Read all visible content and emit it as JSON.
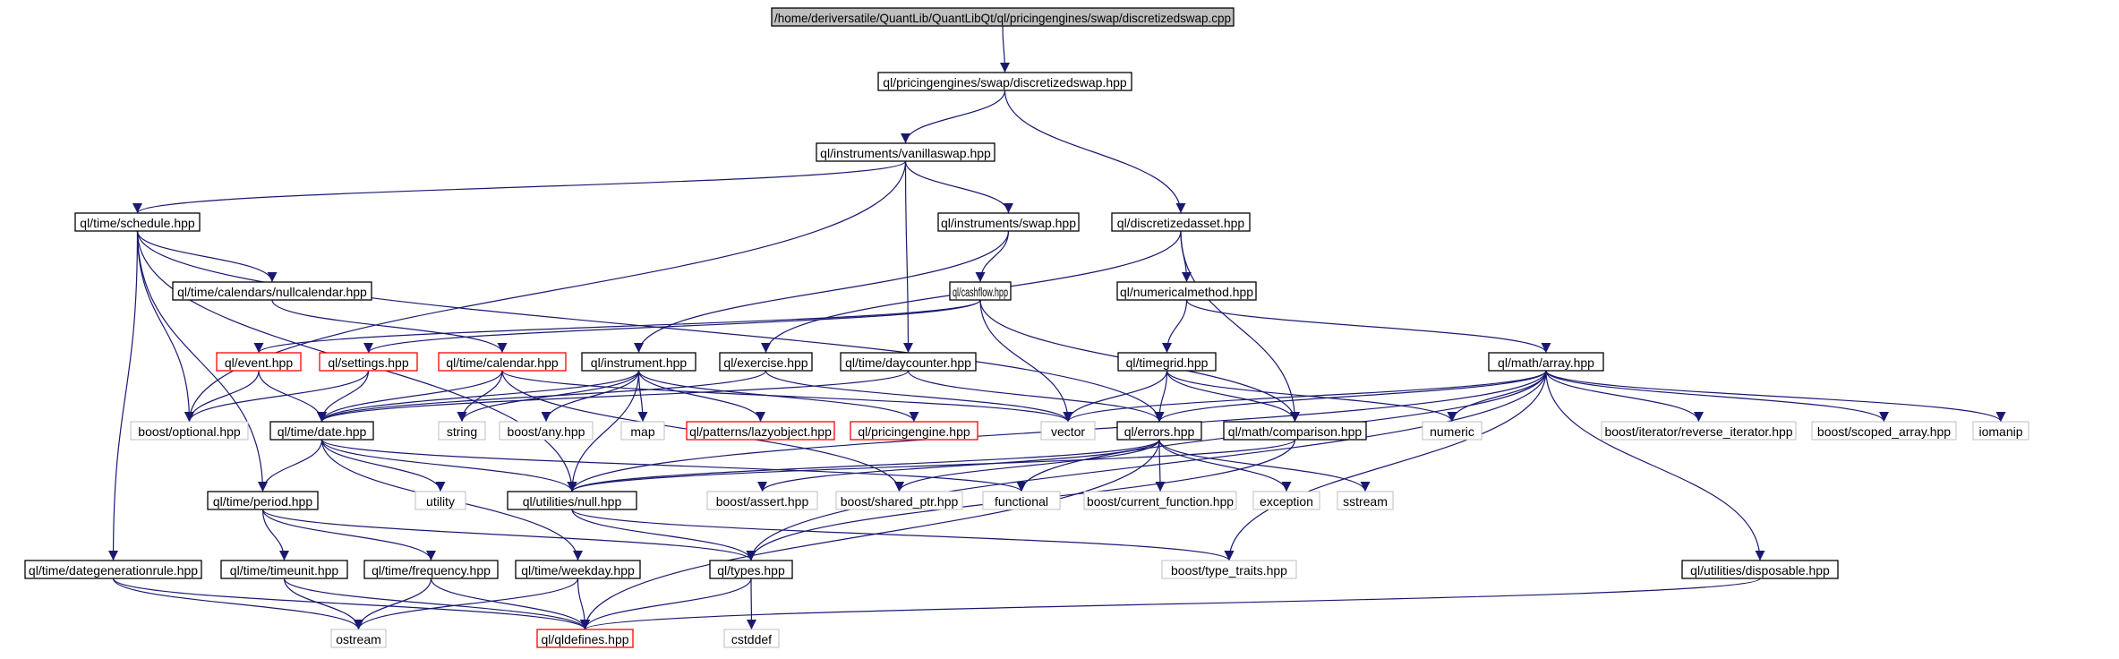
{
  "diagram": {
    "colors": {
      "edge": "#191970",
      "root_fill": "#bfbfbf",
      "node_border": "#000000",
      "truncated_border": "#ff0000",
      "external_border": "#bfbfbf",
      "text": "#000000"
    },
    "nodes": [
      {
        "id": "root",
        "label": "/home/deriversatile/QuantLib/QuantLibQt/ql/pricingengines/swap/discretizedswap.cpp",
        "style": "root"
      },
      {
        "id": "discretizedswap",
        "label": "ql/pricingengines/swap/discretizedswap.hpp",
        "style": "normal"
      },
      {
        "id": "vanillaswap",
        "label": "ql/instruments/vanillaswap.hpp",
        "style": "normal"
      },
      {
        "id": "discretizedasset",
        "label": "ql/discretizedasset.hpp",
        "style": "normal"
      },
      {
        "id": "schedule",
        "label": "ql/time/schedule.hpp",
        "style": "normal"
      },
      {
        "id": "swap",
        "label": "ql/instruments/swap.hpp",
        "style": "normal"
      },
      {
        "id": "nullcalendar",
        "label": "ql/time/calendars/nullcalendar.hpp",
        "style": "normal"
      },
      {
        "id": "cashflow",
        "label": "ql/cashflow.hpp",
        "style": "normal"
      },
      {
        "id": "numericalmethod",
        "label": "ql/numericalmethod.hpp",
        "style": "normal"
      },
      {
        "id": "event",
        "label": "ql/event.hpp",
        "style": "truncated"
      },
      {
        "id": "settings",
        "label": "ql/settings.hpp",
        "style": "truncated"
      },
      {
        "id": "calendar",
        "label": "ql/time/calendar.hpp",
        "style": "truncated"
      },
      {
        "id": "instrument",
        "label": "ql/instrument.hpp",
        "style": "normal"
      },
      {
        "id": "exercise",
        "label": "ql/exercise.hpp",
        "style": "normal"
      },
      {
        "id": "daycounter",
        "label": "ql/time/daycounter.hpp",
        "style": "normal"
      },
      {
        "id": "timegrid",
        "label": "ql/timegrid.hpp",
        "style": "normal"
      },
      {
        "id": "array",
        "label": "ql/math/array.hpp",
        "style": "normal"
      },
      {
        "id": "optional",
        "label": "boost/optional.hpp",
        "style": "external"
      },
      {
        "id": "date",
        "label": "ql/time/date.hpp",
        "style": "normal"
      },
      {
        "id": "string",
        "label": "string",
        "style": "external"
      },
      {
        "id": "any",
        "label": "boost/any.hpp",
        "style": "external"
      },
      {
        "id": "map",
        "label": "map",
        "style": "external"
      },
      {
        "id": "lazyobject",
        "label": "ql/patterns/lazyobject.hpp",
        "style": "truncated"
      },
      {
        "id": "pricingengine",
        "label": "ql/pricingengine.hpp",
        "style": "truncated"
      },
      {
        "id": "vector",
        "label": "vector",
        "style": "external"
      },
      {
        "id": "errors",
        "label": "ql/errors.hpp",
        "style": "normal"
      },
      {
        "id": "comparison",
        "label": "ql/math/comparison.hpp",
        "style": "normal"
      },
      {
        "id": "numeric",
        "label": "numeric",
        "style": "external"
      },
      {
        "id": "reverse_iterator",
        "label": "boost/iterator/reverse_iterator.hpp",
        "style": "external"
      },
      {
        "id": "scoped_array",
        "label": "boost/scoped_array.hpp",
        "style": "external"
      },
      {
        "id": "iomanip",
        "label": "iomanip",
        "style": "external"
      },
      {
        "id": "period",
        "label": "ql/time/period.hpp",
        "style": "normal"
      },
      {
        "id": "utility",
        "label": "utility",
        "style": "external"
      },
      {
        "id": "null",
        "label": "ql/utilities/null.hpp",
        "style": "normal"
      },
      {
        "id": "assert",
        "label": "boost/assert.hpp",
        "style": "external"
      },
      {
        "id": "shared_ptr",
        "label": "boost/shared_ptr.hpp",
        "style": "external"
      },
      {
        "id": "functional",
        "label": "functional",
        "style": "external"
      },
      {
        "id": "current_function",
        "label": "boost/current_function.hpp",
        "style": "external"
      },
      {
        "id": "exception",
        "label": "exception",
        "style": "external"
      },
      {
        "id": "sstream",
        "label": "sstream",
        "style": "external"
      },
      {
        "id": "dategenerationrule",
        "label": "ql/time/dategenerationrule.hpp",
        "style": "normal"
      },
      {
        "id": "timeunit",
        "label": "ql/time/timeunit.hpp",
        "style": "normal"
      },
      {
        "id": "frequency",
        "label": "ql/time/frequency.hpp",
        "style": "normal"
      },
      {
        "id": "weekday",
        "label": "ql/time/weekday.hpp",
        "style": "normal"
      },
      {
        "id": "types",
        "label": "ql/types.hpp",
        "style": "normal"
      },
      {
        "id": "type_traits",
        "label": "boost/type_traits.hpp",
        "style": "external"
      },
      {
        "id": "disposable",
        "label": "ql/utilities/disposable.hpp",
        "style": "normal"
      },
      {
        "id": "ostream",
        "label": "ostream",
        "style": "external"
      },
      {
        "id": "qldefines",
        "label": "ql/qldefines.hpp",
        "style": "truncated"
      },
      {
        "id": "cstddef",
        "label": "cstddef",
        "style": "external"
      }
    ],
    "edges": [
      [
        "root",
        "discretizedswap"
      ],
      [
        "discretizedswap",
        "vanillaswap"
      ],
      [
        "discretizedswap",
        "discretizedasset"
      ],
      [
        "vanillaswap",
        "schedule"
      ],
      [
        "vanillaswap",
        "swap"
      ],
      [
        "vanillaswap",
        "daycounter"
      ],
      [
        "vanillaswap",
        "optional"
      ],
      [
        "schedule",
        "nullcalendar"
      ],
      [
        "schedule",
        "optional"
      ],
      [
        "schedule",
        "period"
      ],
      [
        "schedule",
        "dategenerationrule"
      ],
      [
        "schedule",
        "null"
      ],
      [
        "schedule",
        "errors"
      ],
      [
        "nullcalendar",
        "calendar"
      ],
      [
        "swap",
        "instrument"
      ],
      [
        "swap",
        "cashflow"
      ],
      [
        "cashflow",
        "event"
      ],
      [
        "cashflow",
        "settings"
      ],
      [
        "cashflow",
        "vector"
      ],
      [
        "cashflow",
        "comparison"
      ],
      [
        "discretizedasset",
        "exercise"
      ],
      [
        "discretizedasset",
        "numericalmethod"
      ],
      [
        "discretizedasset",
        "comparison"
      ],
      [
        "numericalmethod",
        "timegrid"
      ],
      [
        "numericalmethod",
        "array"
      ],
      [
        "event",
        "date"
      ],
      [
        "event",
        "optional"
      ],
      [
        "settings",
        "date"
      ],
      [
        "settings",
        "optional"
      ],
      [
        "calendar",
        "date"
      ],
      [
        "calendar",
        "string"
      ],
      [
        "calendar",
        "vector"
      ],
      [
        "calendar",
        "shared_ptr"
      ],
      [
        "instrument",
        "date"
      ],
      [
        "instrument",
        "string"
      ],
      [
        "instrument",
        "any"
      ],
      [
        "instrument",
        "map"
      ],
      [
        "instrument",
        "lazyobject"
      ],
      [
        "instrument",
        "pricingengine"
      ],
      [
        "instrument",
        "null"
      ],
      [
        "exercise",
        "date"
      ],
      [
        "exercise",
        "vector"
      ],
      [
        "daycounter",
        "date"
      ],
      [
        "daycounter",
        "errors"
      ],
      [
        "timegrid",
        "vector"
      ],
      [
        "timegrid",
        "errors"
      ],
      [
        "timegrid",
        "comparison"
      ],
      [
        "timegrid",
        "numeric"
      ],
      [
        "array",
        "vector"
      ],
      [
        "array",
        "errors"
      ],
      [
        "array",
        "numeric"
      ],
      [
        "array",
        "reverse_iterator"
      ],
      [
        "array",
        "scoped_array"
      ],
      [
        "array",
        "iomanip"
      ],
      [
        "array",
        "null"
      ],
      [
        "array",
        "functional"
      ],
      [
        "array",
        "type_traits"
      ],
      [
        "array",
        "disposable"
      ],
      [
        "array",
        "types"
      ],
      [
        "date",
        "period"
      ],
      [
        "date",
        "weekday"
      ],
      [
        "date",
        "utility"
      ],
      [
        "date",
        "null"
      ],
      [
        "date",
        "functional"
      ],
      [
        "period",
        "frequency"
      ],
      [
        "period",
        "timeunit"
      ],
      [
        "period",
        "types"
      ],
      [
        "errors",
        "null"
      ],
      [
        "errors",
        "assert"
      ],
      [
        "errors",
        "shared_ptr"
      ],
      [
        "errors",
        "current_function"
      ],
      [
        "errors",
        "exception"
      ],
      [
        "errors",
        "sstream"
      ],
      [
        "errors",
        "qldefines"
      ],
      [
        "comparison",
        "null"
      ],
      [
        "comparison",
        "types"
      ],
      [
        "null",
        "types"
      ],
      [
        "null",
        "type_traits"
      ],
      [
        "dategenerationrule",
        "qldefines"
      ],
      [
        "dategenerationrule",
        "ostream"
      ],
      [
        "timeunit",
        "qldefines"
      ],
      [
        "timeunit",
        "ostream"
      ],
      [
        "frequency",
        "qldefines"
      ],
      [
        "frequency",
        "ostream"
      ],
      [
        "weekday",
        "qldefines"
      ],
      [
        "weekday",
        "ostream"
      ],
      [
        "types",
        "qldefines"
      ],
      [
        "types",
        "cstddef"
      ],
      [
        "disposable",
        "qldefines"
      ]
    ]
  }
}
